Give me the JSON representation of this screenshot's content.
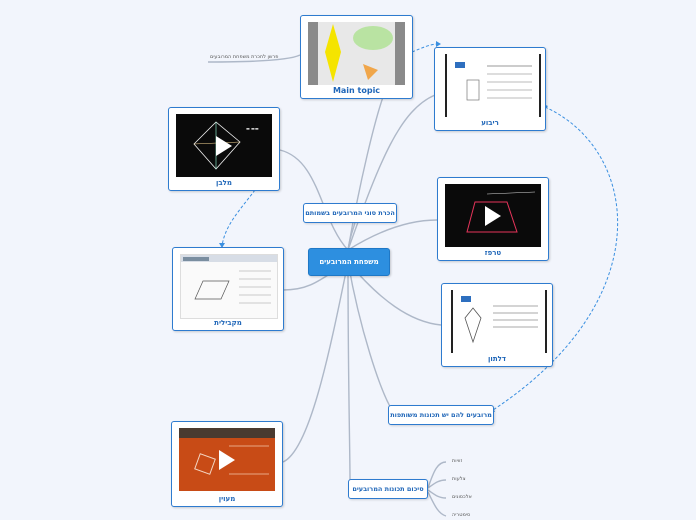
{
  "center": {
    "label": "משפחת המרובעים"
  },
  "main_topic": {
    "label": "Main topic",
    "note": "פרשן לחכרת משפחת המרובעים"
  },
  "cards": {
    "rhombus": {
      "label": "מלבן"
    },
    "drawing": {
      "label": "ריבוע"
    },
    "trapezoid": {
      "label": "טרפז"
    },
    "parallelogram": {
      "label": "מקבילית"
    },
    "kite": {
      "label": "דלתון"
    },
    "square": {
      "label": "מעוין"
    }
  },
  "topics": {
    "intro": {
      "label": "הכרת סוגי המרובעים בשמותם"
    },
    "common": {
      "label": "מרובעים להם יש תכונות משותפות"
    },
    "summary": {
      "label": "סיכום תכונות המרובעים"
    }
  },
  "subitems": [
    "זוויות",
    "צלעות",
    "אלכסונים",
    "סימטריה"
  ],
  "colors": {
    "accent": "#2e7bcf",
    "center_fill": "#2d8fe0",
    "link": "#a8b3c4"
  }
}
